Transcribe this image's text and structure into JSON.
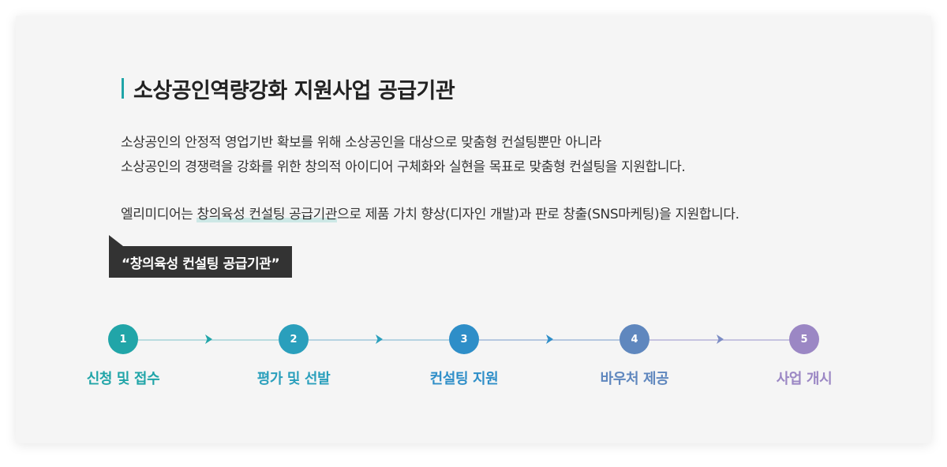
{
  "title": "소상공인역량강화 지원사업 공급기관",
  "description": {
    "line1": "소상공인의 안정적 영업기반 확보를 위해 소상공인을 대상으로 맞춤형 컨설팅뿐만 아니라",
    "line2": "소상공인의 경쟁력을 강화를 위한 창의적 아이디어 구체화와 실현을 목표로 맞춤형 컨설팅을 지원합니다.",
    "line3_prefix": "엘리미디어는 ",
    "line3_highlight": "창의육성 컨설팅 공급기관",
    "line3_suffix": "으로 제품 가치 향상(디자인 개발)과 판로 창출(SNS마케팅)을 지원합니다."
  },
  "badge": "“창의육성 컨설팅 공급기관”",
  "colors": {
    "accent": "#1fa5a8",
    "step1": "#21a5a8",
    "step2": "#2a9fbc",
    "step3": "#2e8ec8",
    "step4": "#5f87be",
    "step5": "#9b87c4"
  },
  "steps": [
    {
      "number": "1",
      "label": "신청 및 접수"
    },
    {
      "number": "2",
      "label": "평가 및 선발"
    },
    {
      "number": "3",
      "label": "컨설팅 지원"
    },
    {
      "number": "4",
      "label": "바우처 제공"
    },
    {
      "number": "5",
      "label": "사업 개시"
    }
  ],
  "arrow_icon": "chevron-right-icon"
}
